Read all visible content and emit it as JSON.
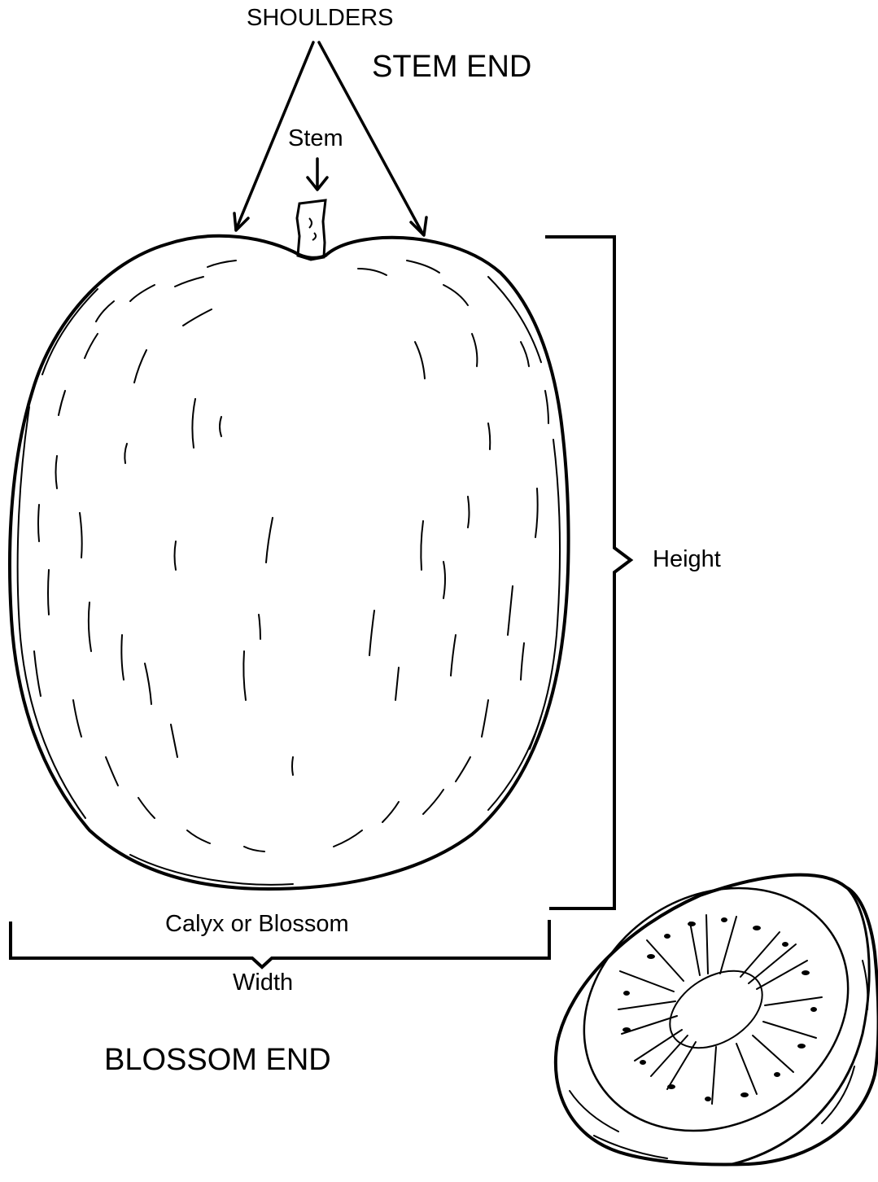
{
  "labels": {
    "shoulders": "SHOULDERS",
    "stem_end": "STEM END",
    "stem": "Stem",
    "height": "Height",
    "calyx": "Calyx or Blossom",
    "width": "Width",
    "blossom_end": "BLOSSOM END"
  },
  "colors": {
    "ink": "#000000",
    "background": "#ffffff"
  }
}
